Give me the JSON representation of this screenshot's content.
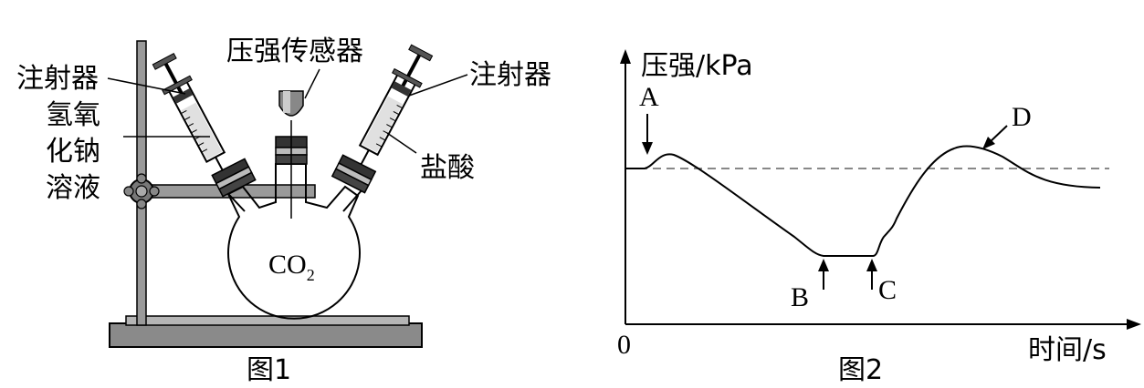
{
  "figure1": {
    "caption": "图1",
    "labels": {
      "syringe_left": "注射器",
      "syringe_right": "注射器",
      "sensor": "压强传感器",
      "naoh_line1": "氢氧",
      "naoh_line2": "化钠",
      "naoh_line3": "溶液",
      "hcl": "盐酸",
      "flask_gas": "CO",
      "flask_gas_sub": "2"
    }
  },
  "figure2": {
    "caption": "图2",
    "y_axis_label": "压强/kPa",
    "x_axis_label": "时间/s",
    "origin_label": "0",
    "points": {
      "A": "A",
      "B": "B",
      "C": "C",
      "D": "D"
    }
  },
  "colors": {
    "stand": "#8a8a8a",
    "stand_dark": "#555555",
    "dashed": "#888888",
    "ink": "#000000"
  }
}
